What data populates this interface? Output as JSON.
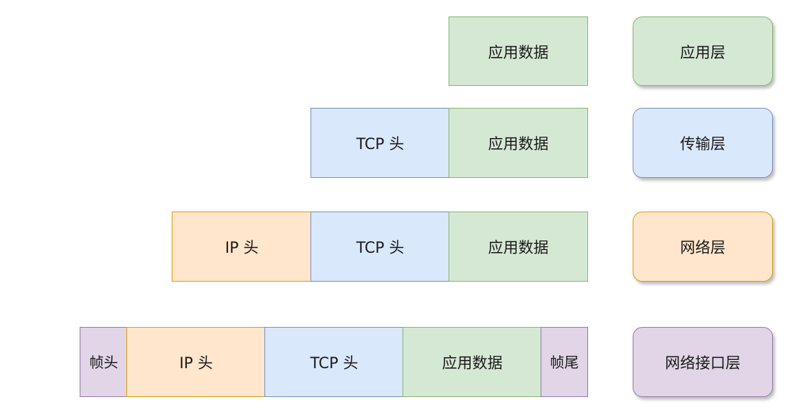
{
  "rows": [
    {
      "segments": [
        "应用数据"
      ],
      "layer": "应用层"
    },
    {
      "segments": [
        "TCP 头",
        "应用数据"
      ],
      "layer": "传输层"
    },
    {
      "segments": [
        "IP 头",
        "TCP 头",
        "应用数据"
      ],
      "layer": "网络层"
    },
    {
      "segments": [
        "帧头",
        "IP 头",
        "TCP 头",
        "应用数据",
        "帧尾"
      ],
      "layer": "网络接口层"
    }
  ],
  "colors": {
    "data_fill": "#d5e8d4",
    "data_stroke": "#82b366",
    "tcp_fill": "#dae8fc",
    "tcp_stroke": "#6c8ebf",
    "ip_fill": "#ffe6cc",
    "ip_stroke": "#d79b00",
    "frame_fill": "#e1d5e7",
    "frame_stroke": "#9673a6"
  }
}
